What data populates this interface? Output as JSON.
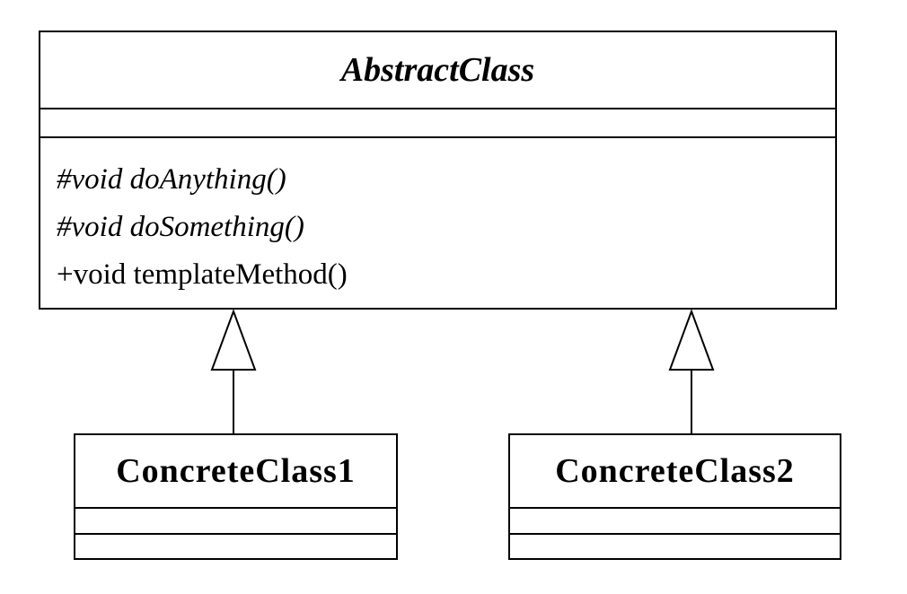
{
  "abstract_class": {
    "name": "AbstractClass",
    "operations": [
      {
        "text": "#void doAnything()",
        "italic": true
      },
      {
        "text": "#void doSomething()",
        "italic": true
      },
      {
        "text": "+void templateMethod()",
        "italic": false
      }
    ]
  },
  "concrete_classes": [
    {
      "name": "ConcreteClass1"
    },
    {
      "name": "ConcreteClass2"
    }
  ],
  "relationships": [
    {
      "type": "generalization",
      "from": "ConcreteClass1",
      "to": "AbstractClass"
    },
    {
      "type": "generalization",
      "from": "ConcreteClass2",
      "to": "AbstractClass"
    }
  ]
}
